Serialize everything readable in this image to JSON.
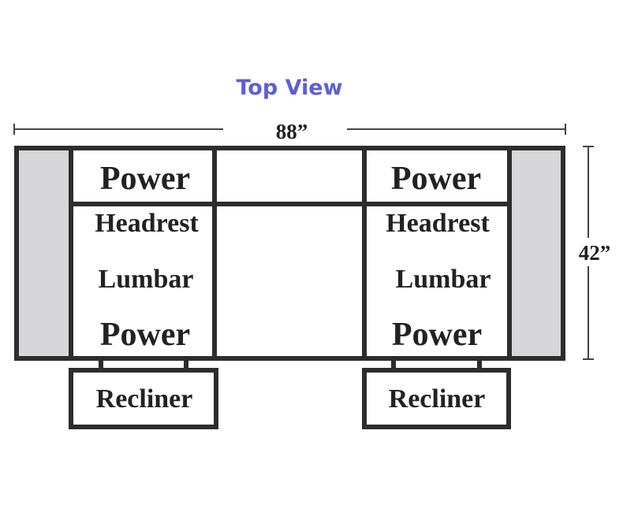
{
  "title": "Top View",
  "dimensions": {
    "width": "88”",
    "depth": "42”"
  },
  "left_seat": {
    "back_label": "Power",
    "labels": [
      "Headrest",
      "Lumbar",
      "Power"
    ],
    "footrest_label": "Recliner"
  },
  "right_seat": {
    "back_label": "Power",
    "labels": [
      "Headrest",
      "Lumbar",
      "Power"
    ],
    "footrest_label": "Recliner"
  },
  "colors": {
    "title": "#5b5fd9",
    "outline": "#2d2d2d",
    "arm": "#d7d7d9",
    "dimension_line": "#444444"
  }
}
